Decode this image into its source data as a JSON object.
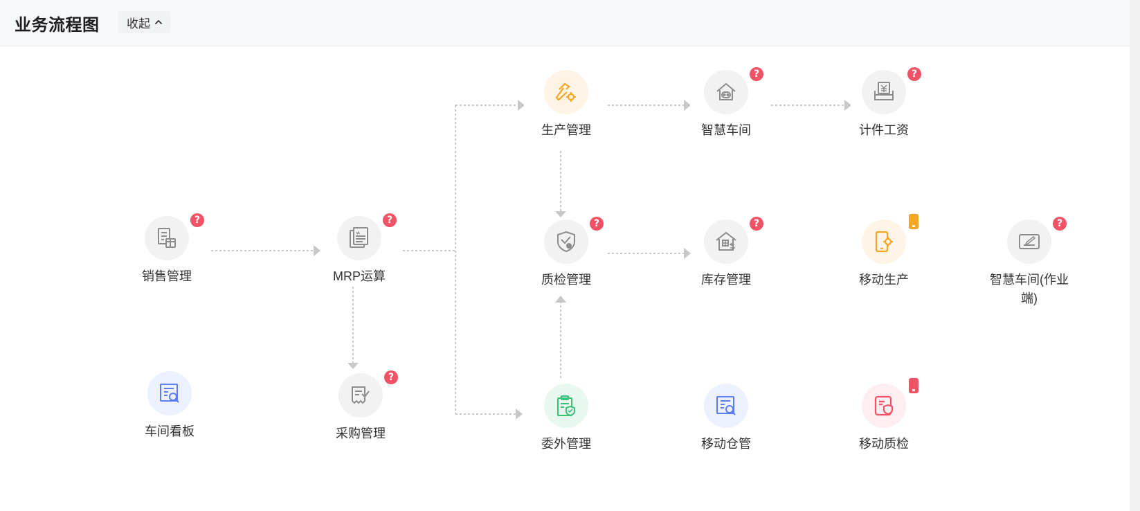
{
  "header": {
    "title": "业务流程图",
    "collapse_label": "收起"
  },
  "colors": {
    "gray_icon": "#8c8c8c",
    "orange_icon": "#f5a623",
    "blue_icon": "#5b7cf7",
    "green_icon": "#3ec07a",
    "pink_icon": "#f05266",
    "badge_red": "#f05266",
    "badge_orange": "#f5a623",
    "connector": "#c8c8c8"
  },
  "nodes": {
    "sales": {
      "label": "销售管理",
      "icon": "sales-order-icon"
    },
    "mrp": {
      "label": "MRP运算",
      "icon": "mrp-document-icon"
    },
    "purchase": {
      "label": "采购管理",
      "icon": "purchase-receipt-icon"
    },
    "workshop_board": {
      "label": "车间看板",
      "icon": "board-search-icon"
    },
    "production": {
      "label": "生产管理",
      "icon": "hammer-gear-icon"
    },
    "smart_workshop": {
      "label": "智慧车间",
      "icon": "robot-house-icon"
    },
    "piece_wage": {
      "label": "计件工资",
      "icon": "wage-box-icon"
    },
    "quality": {
      "label": "质检管理",
      "icon": "shield-check-icon"
    },
    "inventory": {
      "label": "库存管理",
      "icon": "warehouse-icon"
    },
    "mobile_production": {
      "label": "移动生产",
      "icon": "phone-gear-icon"
    },
    "smart_workshop_op": {
      "label": "智慧车间(作业端)",
      "icon": "tablet-pen-icon"
    },
    "outsource": {
      "label": "委外管理",
      "icon": "clipboard-shield-icon"
    },
    "mobile_warehouse": {
      "label": "移动仓管",
      "icon": "doc-search-icon"
    },
    "mobile_quality": {
      "label": "移动质检",
      "icon": "phone-shield-icon"
    }
  }
}
